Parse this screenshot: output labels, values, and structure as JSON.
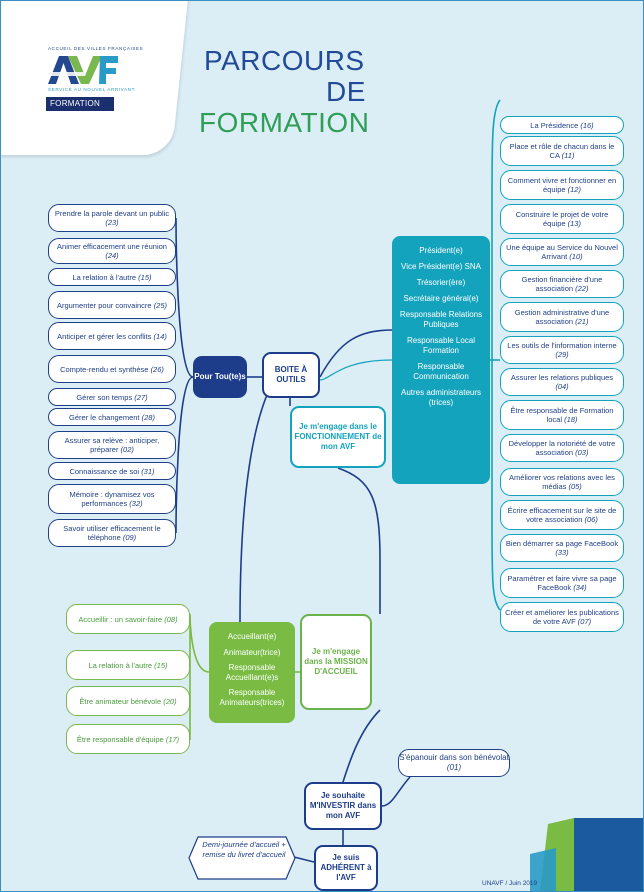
{
  "logo": {
    "top_text": "ACCUEIL DES VILLES FRANÇAISES",
    "bottom_text": "SERVICE AU NOUVEL ARRIVANT",
    "tag": "FORMATION",
    "brand_blue": "#24488f",
    "brand_green": "#7ab74f",
    "brand_cyan": "#2a9ac7"
  },
  "title": {
    "line1": "PARCOURS",
    "line2": "DE",
    "line3": "FORMATION"
  },
  "colors": {
    "background": "#dbeef6",
    "navy": "#1d3d8a",
    "teal": "#14a3bd",
    "green": "#79bb43"
  },
  "left_items": [
    {
      "text": "Prendre la parole devant un public",
      "num": "(23)"
    },
    {
      "text": "Animer efficacement une réunion",
      "num": "(24)"
    },
    {
      "text": "La relation à l'autre",
      "num": "(15)"
    },
    {
      "text": "Argumenter pour convaincre",
      "num": "(25)"
    },
    {
      "text": "Anticiper et gérer les conflits",
      "num": "(14)"
    },
    {
      "text": "Compte-rendu et synthèse",
      "num": "(26)"
    },
    {
      "text": "Gérer son temps",
      "num": "(27)"
    },
    {
      "text": "Gérer le changement",
      "num": "(28)"
    },
    {
      "text": "Assurer sa relève : anticiper, préparer",
      "num": "(02)"
    },
    {
      "text": "Connaissance de soi",
      "num": "(31)"
    },
    {
      "text": "Mémoire : dynamisez vos performances",
      "num": "(32)"
    },
    {
      "text": "Savoir utiliser efficacement le téléphone",
      "num": "(09)"
    }
  ],
  "right_items": [
    {
      "text": "La Présidence",
      "num": "(16)"
    },
    {
      "text": "Place et rôle de chacun dans le CA",
      "num": "(11)"
    },
    {
      "text": "Comment vivre et fonctionner en équipe",
      "num": "(12)"
    },
    {
      "text": "Construire le projet de votre équipe",
      "num": "(13)"
    },
    {
      "text": "Une équipe au Service du Nouvel Arrivant",
      "num": "(10)"
    },
    {
      "text": "Gestion financière d'une association",
      "num": "(22)"
    },
    {
      "text": "Gestion administrative d'une association",
      "num": "(21)"
    },
    {
      "text": "Les outils de l'information interne",
      "num": "(29)"
    },
    {
      "text": "Assurer les relations publiques",
      "num": "(04)"
    },
    {
      "text": "Être responsable de Formation local",
      "num": "(18)"
    },
    {
      "text": "Développer la notoriété de votre association",
      "num": "(03)"
    },
    {
      "text": "Améliorer vos relations avec les médias",
      "num": "(05)"
    },
    {
      "text": "Écrire efficacement sur le site de votre association",
      "num": "(06)"
    },
    {
      "text": "Bien démarrer sa page FaceBook",
      "num": "(33)"
    },
    {
      "text": "Paramétrer et faire vivre sa page FaceBook",
      "num": "(34)"
    },
    {
      "text": "Créer et améliorer les publications de votre AVF",
      "num": "(07)"
    }
  ],
  "green_items": [
    {
      "text": "Accueillir : un savoir-faire",
      "num": "(08)"
    },
    {
      "text": "La relation à l'autre",
      "num": "(15)"
    },
    {
      "text": "Être animateur bénévole",
      "num": "(20)"
    },
    {
      "text": "Être responsable d'équipe",
      "num": "(17)"
    }
  ],
  "nodes": {
    "pour": "Pour Tou(te)s",
    "boite": "BOITE À OUTILS",
    "fonctionnement": "Je m'engage dans le FONCTIONNEMENT de mon AVF",
    "mission": "Je m'engage dans la MISSION D'ACCUEIL",
    "investir": "Je souhaite M'INVESTIR dans mon AVF",
    "adherent": "Je suis ADHÉRENT à l'AVF"
  },
  "center_roles": [
    "Président(e)",
    "Vice Président(e) SNA",
    "Trésorier(ère)",
    "Secrétaire général(e)",
    "Responsable Relations Publiques",
    "Responsable Local Formation",
    "Responsable Communication",
    "Autres administrateurs (trices)"
  ],
  "green_roles": [
    "Accueillant(e)",
    "Animateur(trice)",
    "Responsable Accueillant(e)s",
    "Responsable Animateurs(trices)"
  ],
  "epanouir": {
    "text": "S'épanouir dans son bénévolat",
    "num": "(01)"
  },
  "demi": "Demi-journée d'accueil + remise du livret d'accueil",
  "footer": "UNAVF / Juin 2019"
}
